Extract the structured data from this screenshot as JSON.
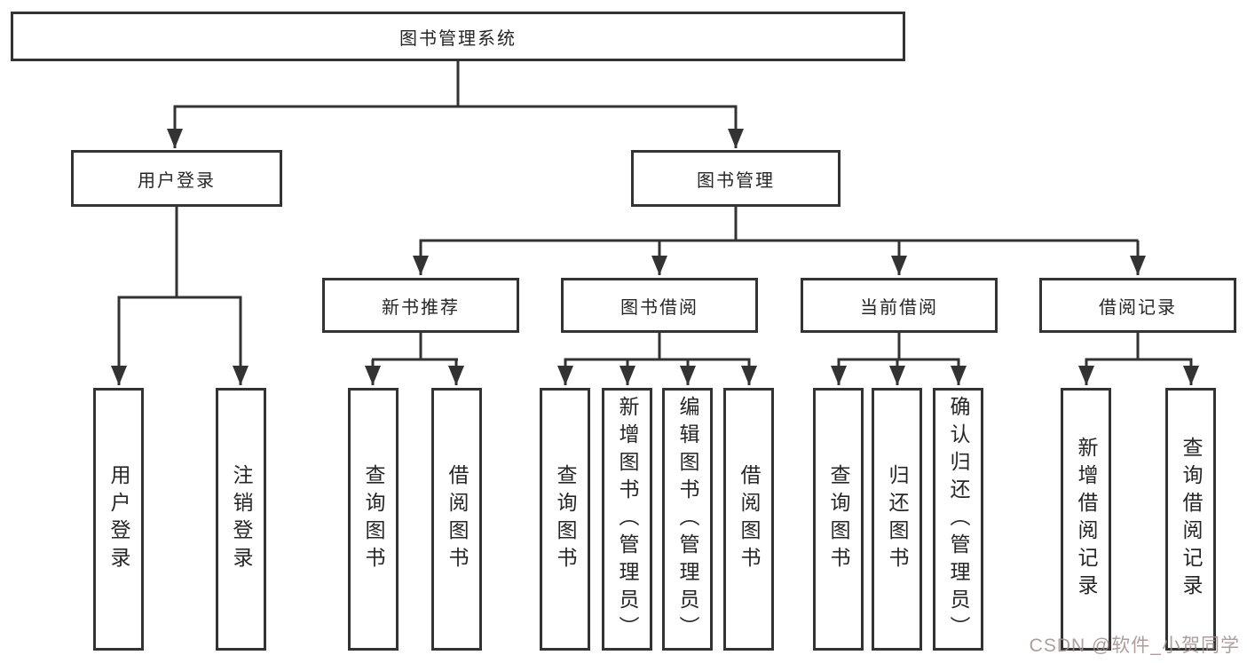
{
  "diagram": {
    "type": "tree",
    "root": {
      "label": "图书管理系统"
    },
    "level2": [
      {
        "label": "用户登录"
      },
      {
        "label": "图书管理"
      }
    ],
    "level3": [
      {
        "label": "新书推荐",
        "parent": "图书管理"
      },
      {
        "label": "图书借阅",
        "parent": "图书管理"
      },
      {
        "label": "当前借阅",
        "parent": "图书管理"
      },
      {
        "label": "借阅记录",
        "parent": "图书管理"
      }
    ],
    "leaves": [
      {
        "label": "用户登录",
        "parent": "用户登录"
      },
      {
        "label": "注销登录",
        "parent": "用户登录"
      },
      {
        "label": "查询图书",
        "parent": "新书推荐"
      },
      {
        "label": "借阅图书",
        "parent": "新书推荐"
      },
      {
        "label": "查询图书",
        "parent": "图书借阅"
      },
      {
        "label": "新增图书（管理员）",
        "parent": "图书借阅"
      },
      {
        "label": "编辑图书（管理员）",
        "parent": "图书借阅"
      },
      {
        "label": "借阅图书",
        "parent": "图书借阅"
      },
      {
        "label": "查询图书",
        "parent": "当前借阅"
      },
      {
        "label": "归还图书",
        "parent": "当前借阅"
      },
      {
        "label": "确认归还（管理员）",
        "parent": "当前借阅"
      },
      {
        "label": "新增借阅记录",
        "parent": "借阅记录"
      },
      {
        "label": "查询借阅记录",
        "parent": "借阅记录"
      }
    ],
    "watermark": "CSDN @软件_小贺同学",
    "colors": {
      "line": "#333333",
      "border": "#333333",
      "text": "#262626",
      "watermark": "#a08c8c",
      "background": "#ffffff"
    }
  }
}
